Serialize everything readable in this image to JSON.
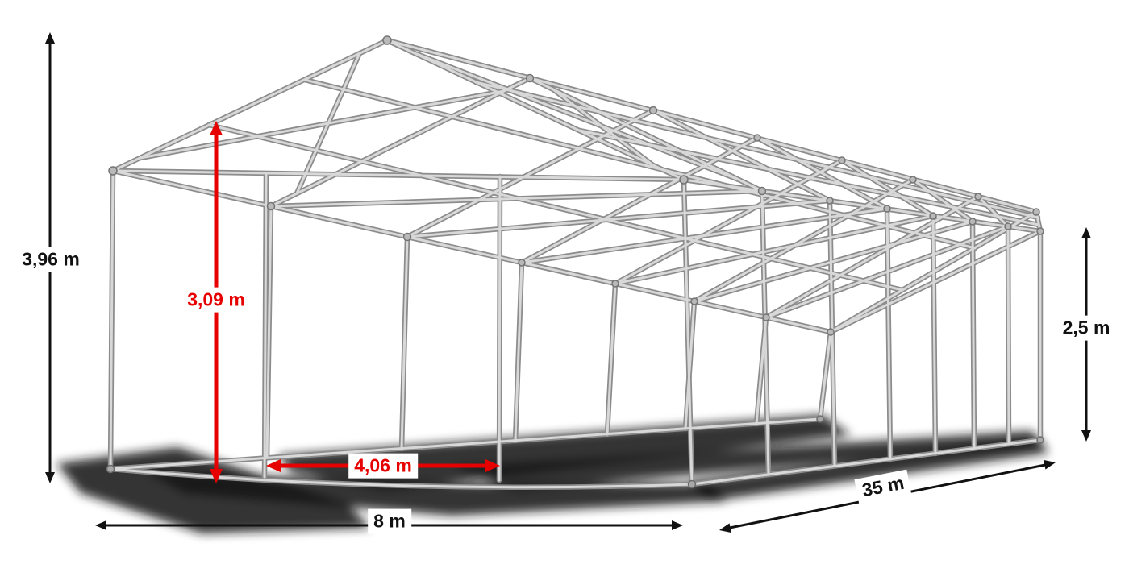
{
  "diagram": {
    "subject": "tent-frame-skeleton",
    "dimensions": {
      "total_height": {
        "label": "3,96 m",
        "color": "#111111",
        "kind": "vertical"
      },
      "inner_height": {
        "label": "3,09 m",
        "color": "#e60000",
        "kind": "vertical"
      },
      "opening_width": {
        "label": "4,06 m",
        "color": "#e60000",
        "kind": "horizontal"
      },
      "front_width": {
        "label": "8 m",
        "color": "#111111",
        "kind": "horizontal"
      },
      "length": {
        "label": "35 m",
        "color": "#111111",
        "kind": "diagonal"
      },
      "side_height": {
        "label": "2,5 m",
        "color": "#111111",
        "kind": "vertical"
      }
    }
  },
  "colors": {
    "arrow_black": "#111111",
    "arrow_red": "#e60000",
    "frame_dark": "#8c8c8c",
    "frame_light": "#d8d8d8",
    "shadow": "#161616",
    "bg": "#ffffff"
  }
}
